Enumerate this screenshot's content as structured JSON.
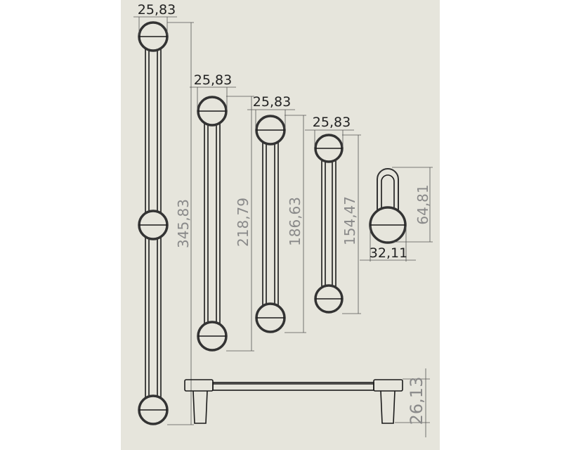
{
  "drawing": {
    "bars": [
      {
        "name": "bar-345",
        "width_label": "25,83",
        "length_label": "345,83"
      },
      {
        "name": "bar-218",
        "width_label": "25,83",
        "length_label": "218,79"
      },
      {
        "name": "bar-186",
        "width_label": "25,83",
        "length_label": "186,63"
      },
      {
        "name": "bar-154",
        "width_label": "25,83",
        "length_label": "154,47"
      }
    ],
    "hook": {
      "height_label": "64,81",
      "width_label": "32,11"
    },
    "side_view": {
      "height_label": "26,13"
    }
  }
}
